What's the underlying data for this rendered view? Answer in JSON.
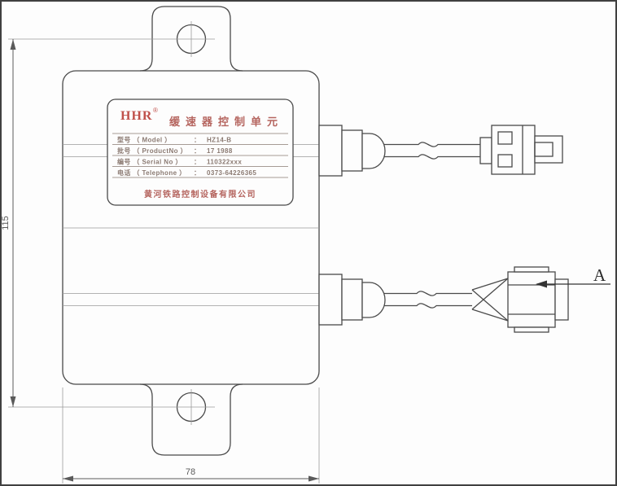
{
  "drawing": {
    "dimensions": {
      "height_mm": "115",
      "width_mm": "78"
    },
    "view_label": "A"
  },
  "label": {
    "brand": "HHR",
    "registered_mark": "®",
    "title": "缓速器控制单元",
    "colon": "：",
    "rows": [
      {
        "label": "型号 （ Model ）",
        "value": "HZ14-B"
      },
      {
        "label": "批号 （ ProductNo ）",
        "value": "17 1988"
      },
      {
        "label": "编号 （ Serial No ）",
        "value": "110322xxx"
      },
      {
        "label": "电话 （ Telephone ）",
        "value": "0373-64226365"
      }
    ],
    "company": "黄河铁路控制设备有限公司"
  },
  "colors": {
    "line": "#4a4a4a",
    "brand_red": "#c0504a",
    "label_red": "#b5655f",
    "row_text": "#8b7a72"
  }
}
